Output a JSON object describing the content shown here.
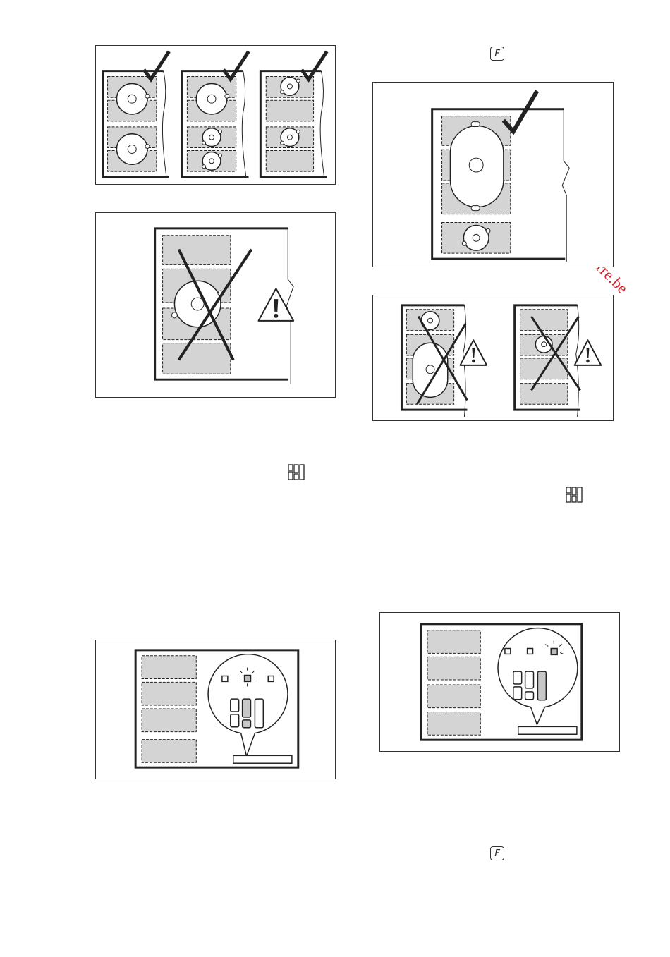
{
  "watermark": {
    "text": "Downloaded from www.vandenborre.be",
    "color": "#d2232a"
  },
  "symbols": {
    "function_key": "F",
    "zone_selector": "zone-selector-icon"
  },
  "figures": {
    "correct_pot_placement": {
      "marks": [
        "check-icon",
        "check-icon",
        "check-icon"
      ]
    },
    "wrong_pot_placement": {
      "marks": [
        "cross-icon",
        "warning-icon"
      ]
    },
    "correct_oval_placement": {
      "marks": [
        "check-icon"
      ]
    },
    "wrong_oval_placement": {
      "marks": [
        "cross-icon",
        "warning-icon",
        "cross-icon",
        "warning-icon"
      ]
    },
    "control_panel_left": {
      "indicator_selected": "middle"
    },
    "control_panel_right": {
      "indicator_selected": "right"
    }
  },
  "colors": {
    "zone_fill": "#d4d4d4",
    "line": "#222222"
  }
}
